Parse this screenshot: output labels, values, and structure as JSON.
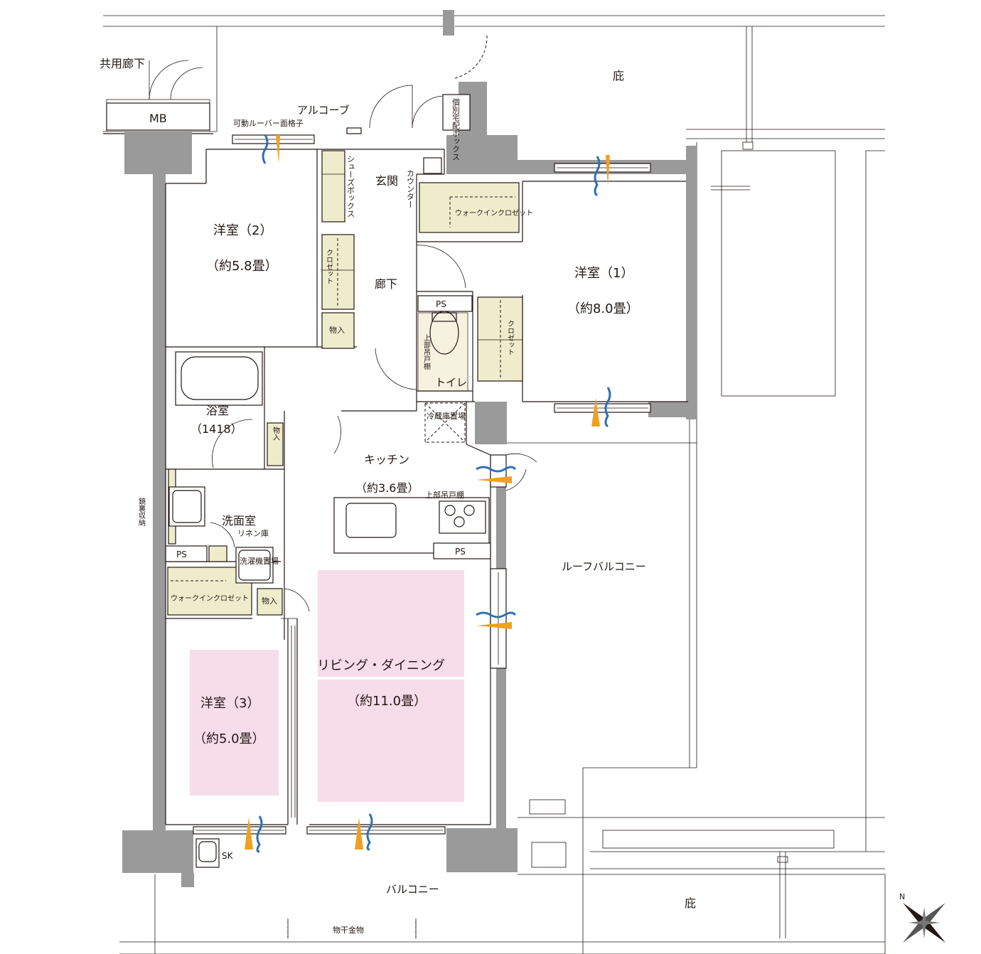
{
  "rooms": {
    "western_room_1": {
      "name": "洋室（1）",
      "size": "（約8.0畳）"
    },
    "western_room_2": {
      "name": "洋室（2）",
      "size": "（約5.8畳）"
    },
    "western_room_3": {
      "name": "洋室（3）",
      "size": "（約5.0畳）"
    },
    "living_dining": {
      "name": "リビング・ダイニング",
      "size": "（約11.0畳）"
    },
    "kitchen": {
      "name": "キッチン",
      "size": "（約3.6畳）"
    },
    "bathroom": {
      "name": "浴室",
      "size": "（1418）"
    },
    "washroom": "洗面室",
    "entrance": "玄関",
    "hallway": "廊下",
    "toilet": "トイレ"
  },
  "labels": {
    "common_corridor": "共用廊下",
    "mb": "MB",
    "alcove": "アルコーブ",
    "louver_grille": "可動ルーバー面格子",
    "delivery_box": "個別宅配ボックス",
    "eaves_top": "庇",
    "eaves_bottom": "庇",
    "shoe_box": "シューズボックス",
    "counter": "カウンター",
    "walk_in_closet_1": "ウォークインクロゼット",
    "walk_in_closet_3": "ウォークインクロゼット",
    "closet_room2": "クロゼット",
    "closet_room1": "クロゼット",
    "storage_hall": "物入",
    "storage_bath": "物入",
    "storage_wic": "物入",
    "ps_toilet": "PS",
    "ps_wash": "PS",
    "ps_kitchen": "PS",
    "upper_cabinet_toilet": "上部吊戸棚",
    "upper_cabinet_kitchen": "上部吊戸棚",
    "fridge_space": "冷蔵庫置場",
    "mirror_storage": "鏡裏収納",
    "linen_storage": "リネン庫",
    "washer_space": "洗濯機置場",
    "roof_balcony": "ルーフバルコニー",
    "balcony": "バルコニー",
    "sk": "SK",
    "laundry_pole": "物干金物"
  },
  "colors": {
    "wall": "#9a9a9a",
    "storage": "#efeccc",
    "main_room_highlight": "#f7dce9",
    "ventilation_blue": "#2f6fb3",
    "light_orange": "#f0a020"
  },
  "icons": [
    "compass-icon",
    "ventilation-icon",
    "light-icon"
  ]
}
